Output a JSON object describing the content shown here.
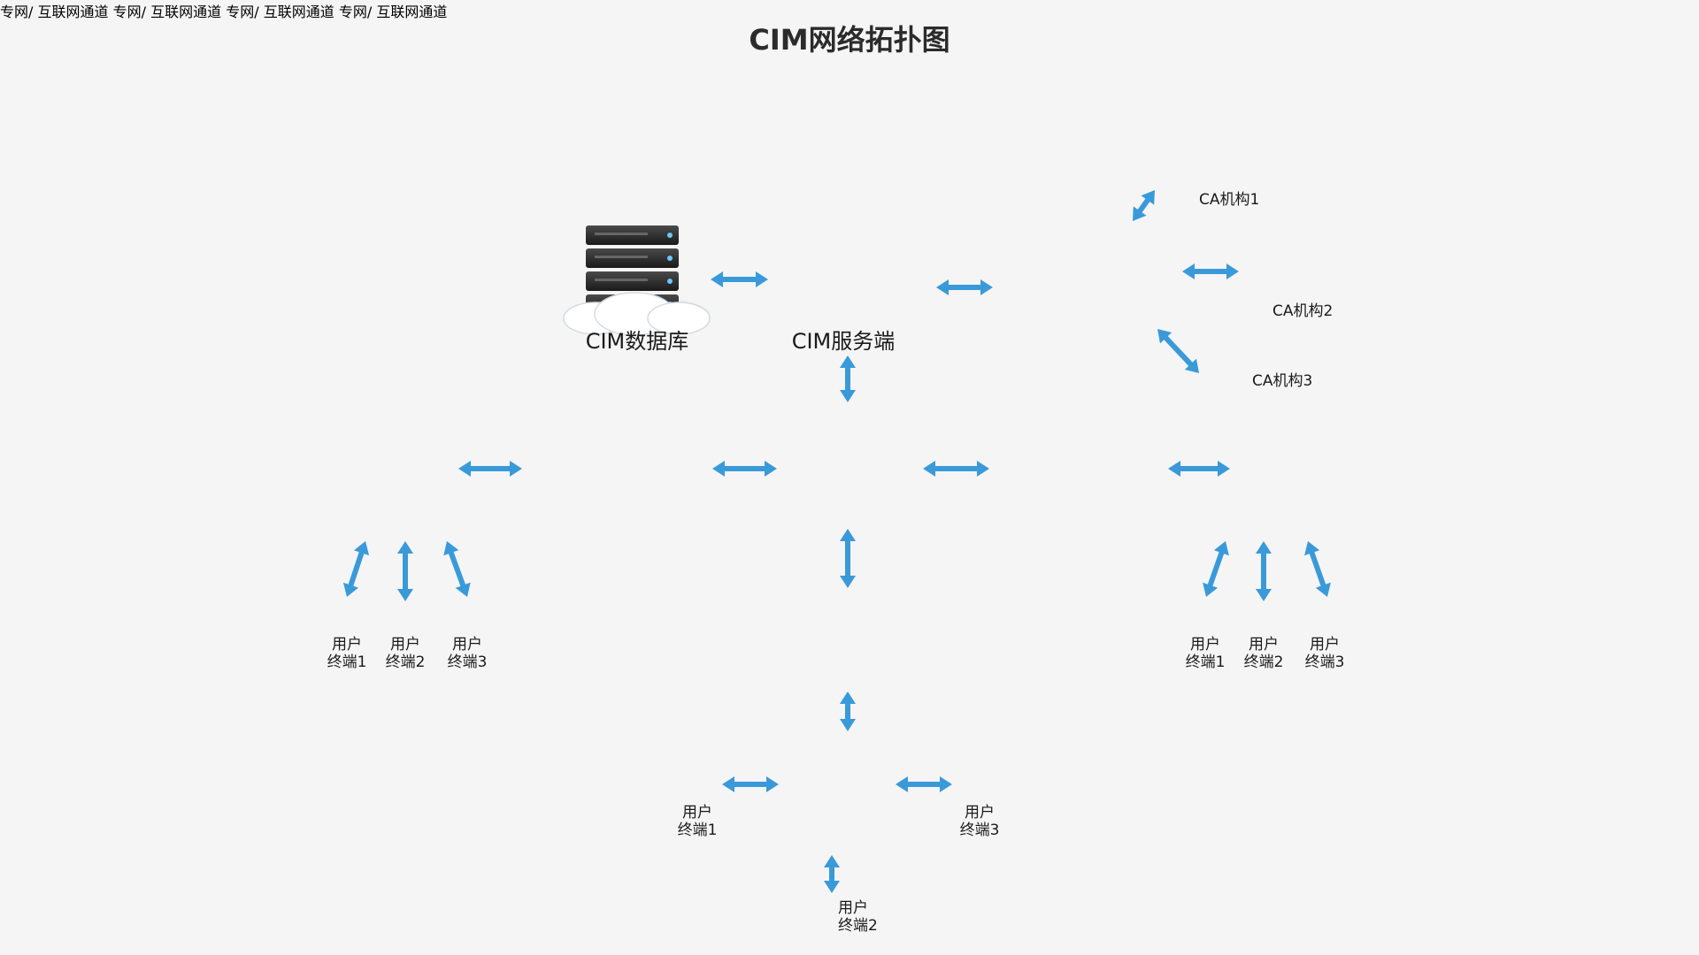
{
  "title": "CIM网络拓扑图",
  "colors": {
    "arrow": "#3a9ad9",
    "cloud_dark": "#2f9bd6",
    "cloud_light": "#7fd0f5",
    "background": "#f5f5f5"
  },
  "nodes": {
    "database": {
      "label": "CIM数据库"
    },
    "server": {
      "label": "CIM服务端"
    },
    "security": {
      "icon": "security-shield-folder"
    },
    "ca1": {
      "label": "CA机构1"
    },
    "ca2": {
      "label": "CA机构2"
    },
    "ca3": {
      "label": "CA机构3"
    }
  },
  "clouds": {
    "top_right": {
      "line1": "专网/",
      "line2": "互联网通道"
    },
    "middle_left": {
      "line1": "专网/",
      "line2": "互联网通道"
    },
    "middle_right": {
      "line1": "专网/",
      "line2": "互联网通道"
    },
    "bottom": {
      "line1": "专网/",
      "line2": "互联网通道"
    }
  },
  "terminals": {
    "left": [
      {
        "line1": "用户",
        "line2": "终端1"
      },
      {
        "line1": "用户",
        "line2": "终端2"
      },
      {
        "line1": "用户",
        "line2": "终端3"
      }
    ],
    "right": [
      {
        "line1": "用户",
        "line2": "终端1"
      },
      {
        "line1": "用户",
        "line2": "终端2"
      },
      {
        "line1": "用户",
        "line2": "终端3"
      }
    ],
    "bottom": [
      {
        "line1": "用户",
        "line2": "终端1"
      },
      {
        "line1": "用户",
        "line2": "终端2"
      },
      {
        "line1": "用户",
        "line2": "终端3"
      }
    ]
  }
}
